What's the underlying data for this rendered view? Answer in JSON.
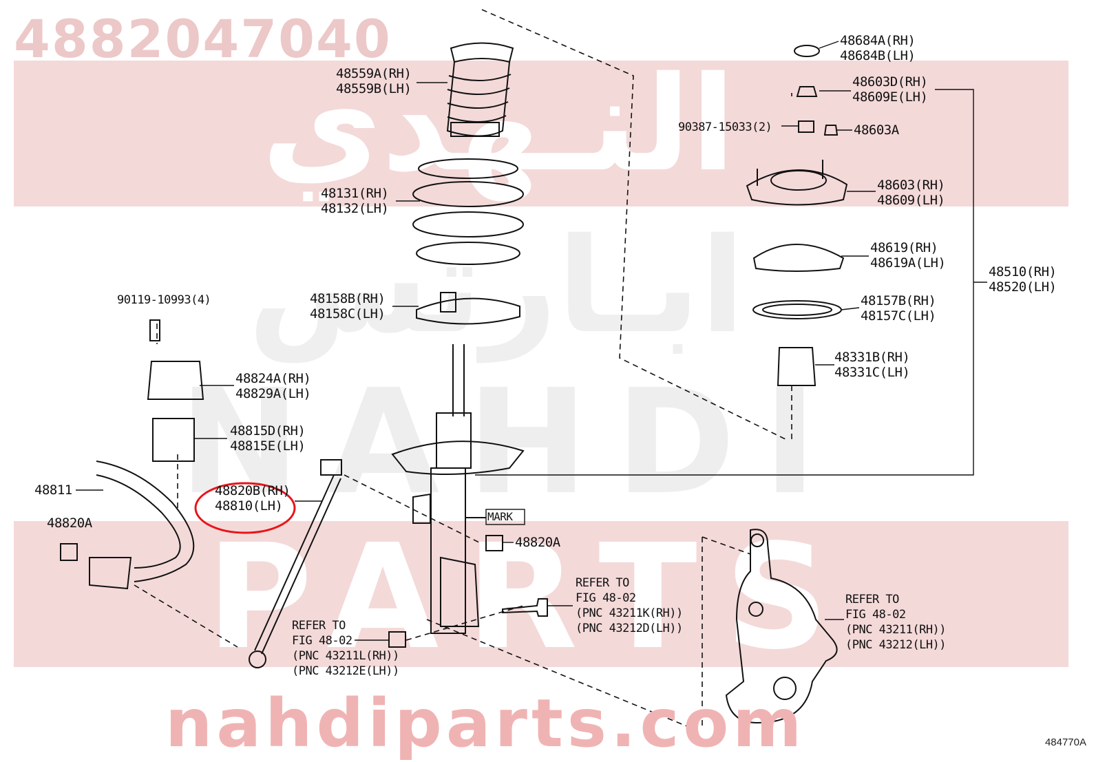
{
  "watermark": {
    "part_number": "4882047040",
    "arabic_top": "النـهدي",
    "arabic_mid": "ابـارتس",
    "latin_1": "NAHDI",
    "latin_2": "PARTS",
    "website": "nahdiparts.com"
  },
  "illustration_number": "484770A",
  "mark_box": "MARK",
  "highlight_color": "#e8141a",
  "callouts": {
    "c48684": [
      "48684A(RH)",
      "48684B(LH)"
    ],
    "c48603d": [
      "48603D(RH)",
      "48609E(LH)"
    ],
    "c90387": [
      "90387-15033(2)"
    ],
    "c48603a": [
      "48603A"
    ],
    "c48603": [
      "48603(RH)",
      "48609(LH)"
    ],
    "c48619": [
      "48619(RH)",
      "48619A(LH)"
    ],
    "c48510": [
      "48510(RH)",
      "48520(LH)"
    ],
    "c48157": [
      "48157B(RH)",
      "48157C(LH)"
    ],
    "c48331": [
      "48331B(RH)",
      "48331C(LH)"
    ],
    "c48559": [
      "48559A(RH)",
      "48559B(LH)"
    ],
    "c48131": [
      "48131(RH)",
      "48132(LH)"
    ],
    "c48158": [
      "48158B(RH)",
      "48158C(LH)"
    ],
    "c90119": [
      "90119-10993(4)"
    ],
    "c48824": [
      "48824A(RH)",
      "48829A(LH)"
    ],
    "c48815": [
      "48815D(RH)",
      "48815E(LH)"
    ],
    "c48820b": [
      "48820B(RH)",
      "48810(LH)"
    ],
    "c48811": [
      "48811"
    ],
    "c48820a_left": [
      "48820A"
    ],
    "c48820a_right": [
      "48820A"
    ],
    "ref_bottom": [
      "REFER TO",
      "FIG 48-02",
      "(PNC 43211L(RH))",
      "(PNC 43212E(LH))"
    ],
    "ref_mid": [
      "REFER TO",
      "FIG 48-02",
      "(PNC 43211K(RH))",
      "(PNC 43212D(LH))"
    ],
    "ref_right": [
      "REFER TO",
      "FIG 48-02",
      "(PNC 43211(RH))",
      "(PNC 43212(LH))"
    ]
  }
}
